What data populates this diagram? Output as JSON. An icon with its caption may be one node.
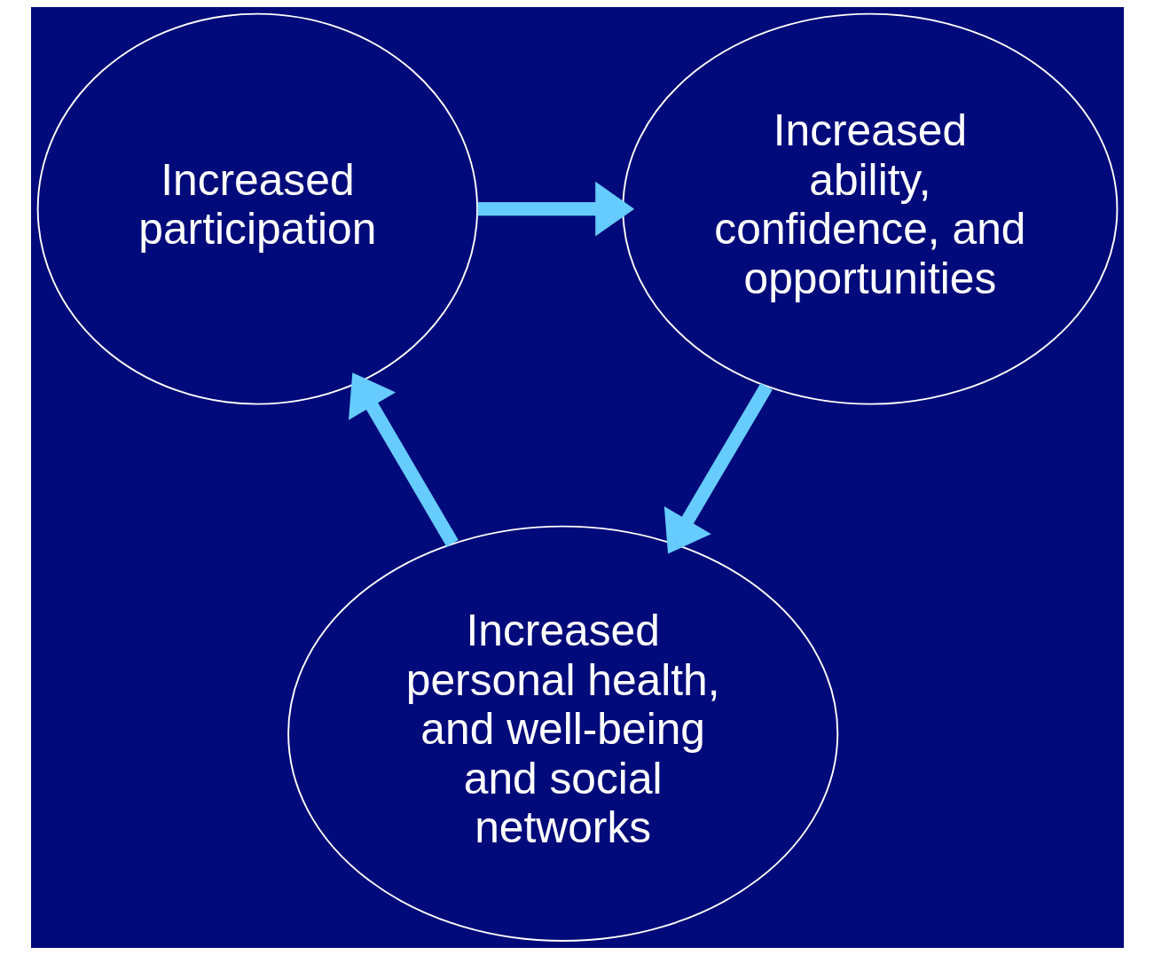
{
  "diagram": {
    "nodes": [
      {
        "text": [
          "Increased ability, confidence, and opportunities"
        ]
      },
      {
        "text": [
          "Increased personal health, and well-being and social networks"
        ]
      },
      {
        "text": [
          "Increased participation"
        ]
      }
    ],
    "edges": [
      {
        "from": 0,
        "to": 1,
        "arrow": "to"
      },
      {
        "from": 1,
        "to": 2,
        "arrow": "to"
      },
      {
        "from": 2,
        "to": 0,
        "arrow": "to"
      }
    ]
  }
}
